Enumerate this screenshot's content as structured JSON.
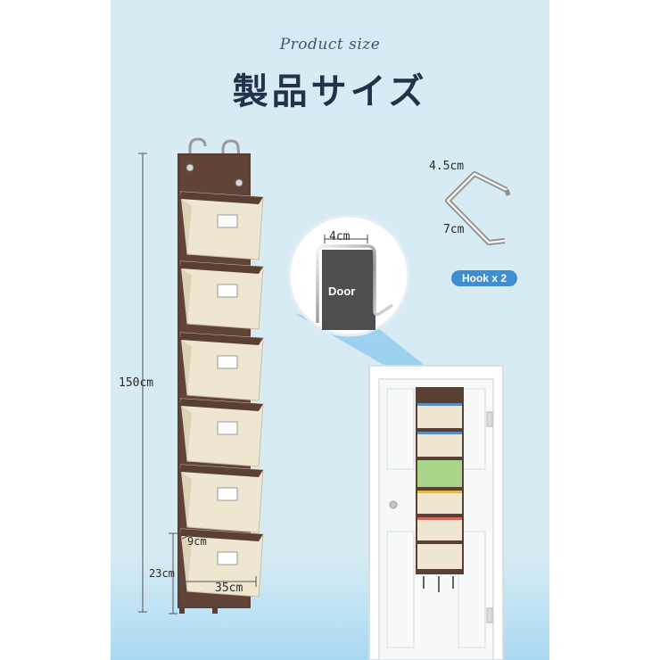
{
  "header": {
    "subtitle": "Product size",
    "title": "製品サイズ"
  },
  "dimensions": {
    "height": "150cm",
    "pocket_depth": "9cm",
    "pocket_height": "23cm",
    "width": "35cm"
  },
  "hook": {
    "width": "4.5cm",
    "length": "7cm",
    "badge": "Hook x 2"
  },
  "door_detail": {
    "gap": "4cm",
    "door_label": "Door"
  },
  "colors": {
    "background_panel": "#d6ebf3",
    "organizer_frame": "#5a3f35",
    "pocket_fabric": "#efe6d2",
    "hook_badge": "#3f8fd0",
    "title_text": "#22324a"
  }
}
